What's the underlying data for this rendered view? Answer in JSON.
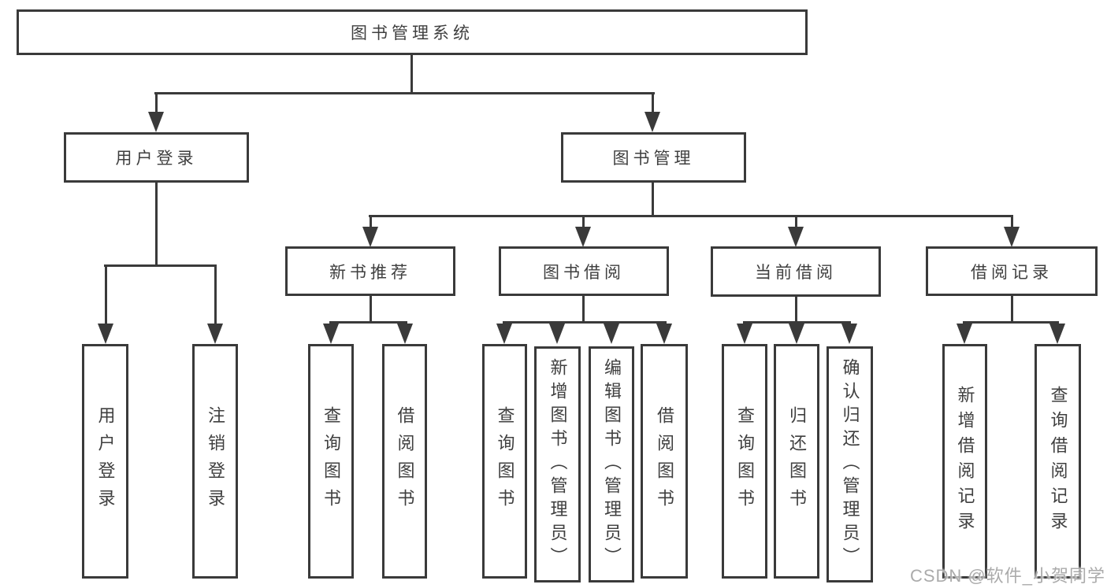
{
  "colors": {
    "line": "#3a3a3a",
    "text": "#3f3f3f",
    "background": "#ffffff",
    "watermark": "#ababab"
  },
  "tree": {
    "root": {
      "label": "图书管理系统"
    },
    "branches": [
      {
        "label": "用户登录",
        "children": [
          {
            "label": "用户登录"
          },
          {
            "label": "注销登录"
          }
        ]
      },
      {
        "label": "图书管理",
        "groups": [
          {
            "label": "新书推荐",
            "children": [
              {
                "label": "查询图书"
              },
              {
                "label": "借阅图书"
              }
            ]
          },
          {
            "label": "图书借阅",
            "children": [
              {
                "label": "查询图书"
              },
              {
                "label": "新增图书（管理员）"
              },
              {
                "label": "编辑图书（管理员）"
              },
              {
                "label": "借阅图书"
              }
            ]
          },
          {
            "label": "当前借阅",
            "children": [
              {
                "label": "查询图书"
              },
              {
                "label": "归还图书"
              },
              {
                "label": "确认归还（管理员）"
              }
            ]
          },
          {
            "label": "借阅记录",
            "children": [
              {
                "label": "新增借阅记录"
              },
              {
                "label": "查询借阅记录"
              }
            ]
          }
        ]
      }
    ]
  },
  "watermark": {
    "text": "CSDN @软件_小贺同学"
  }
}
